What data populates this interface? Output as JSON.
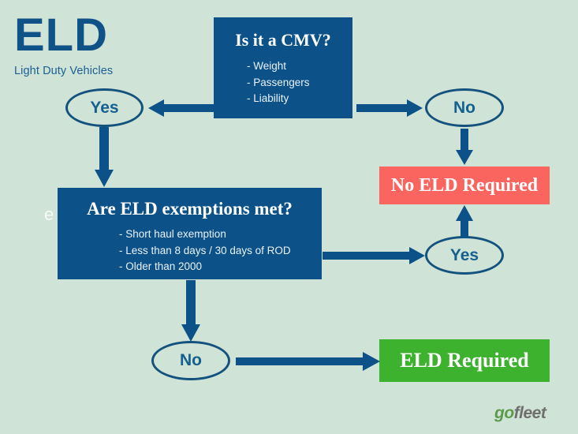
{
  "brand": {
    "title": "ELD",
    "subtitle": "Light Duty Vehicles",
    "accent_color": "#0f5287",
    "background_color": "#cfe3d6"
  },
  "flowchart": {
    "type": "decision-flowchart",
    "decisions": [
      {
        "id": "cmv",
        "question": "Is it a CMV?",
        "criteria": [
          "- Weight",
          "- Passengers",
          "- Liability"
        ],
        "box_color": "#0c5289"
      },
      {
        "id": "exemptions",
        "question": "Are ELD exemptions met?",
        "criteria": [
          "- Short haul exemption",
          "- Less than 8 days / 30 days of ROD",
          "- Older than 2000"
        ],
        "box_color": "#0c5289"
      }
    ],
    "answers": {
      "cmv_no": "Yes",
      "cmv_yes": "No",
      "exempt_yes": "Yes",
      "exempt_no": "No"
    },
    "outcomes": [
      {
        "id": "no-eld",
        "label": "No ELD Required",
        "color": "#fa6560"
      },
      {
        "id": "eld",
        "label": "ELD Required",
        "color": "#3cb22e"
      }
    ],
    "arrow_color": "#0c5289"
  },
  "artifact": {
    "ghost_text": "e"
  },
  "footer": {
    "logo_go": "go",
    "logo_fleet": "fleet"
  }
}
